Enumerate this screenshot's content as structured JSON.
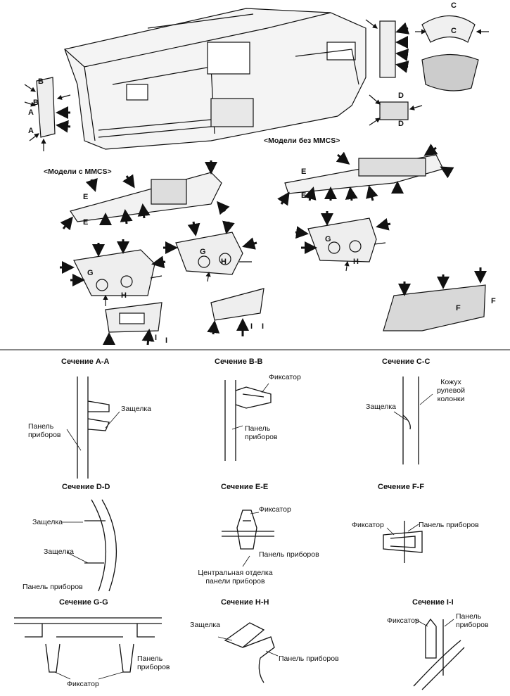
{
  "top": {
    "model_without_mmcs": "<Модели без MMCS>",
    "model_with_mmcs": "<Модели с MMCS>",
    "letters": [
      "A",
      "A",
      "B",
      "B",
      "C",
      "C",
      "D",
      "D",
      "E",
      "E",
      "E",
      "E",
      "F",
      "F",
      "G",
      "G",
      "G",
      "H",
      "H",
      "H",
      "I",
      "I",
      "I",
      "I"
    ]
  },
  "sections": {
    "aa": {
      "title": "Сечение A-A",
      "latch": "Защелка",
      "panel": "Панель приборов"
    },
    "bb": {
      "title": "Сечение B-B",
      "clip": "Фиксатор",
      "panel": "Панель приборов"
    },
    "cc": {
      "title": "Сечение C-C",
      "cover": "Кожух рулевой колонки",
      "latch": "Защелка"
    },
    "dd": {
      "title": "Сечение D-D",
      "latch1": "Защелка",
      "latch2": "Защелка",
      "panel": "Панель приборов"
    },
    "ee": {
      "title": "Сечение E-E",
      "clip": "Фиксатор",
      "panel": "Панель приборов",
      "trim": "Центральная отделка панели приборов"
    },
    "ff": {
      "title": "Сечение F-F",
      "clip": "Фиксатор",
      "panel": "Панель приборов"
    },
    "gg": {
      "title": "Сечение G-G",
      "panel": "Панель приборов",
      "clip": "Фиксатор"
    },
    "hh": {
      "title": "Сечение H-H",
      "latch": "Защелка",
      "panel": "Панель приборов"
    },
    "ii": {
      "title": "Сечение I-I",
      "clip": "Фиксатор",
      "panel": "Панель приборов"
    }
  }
}
